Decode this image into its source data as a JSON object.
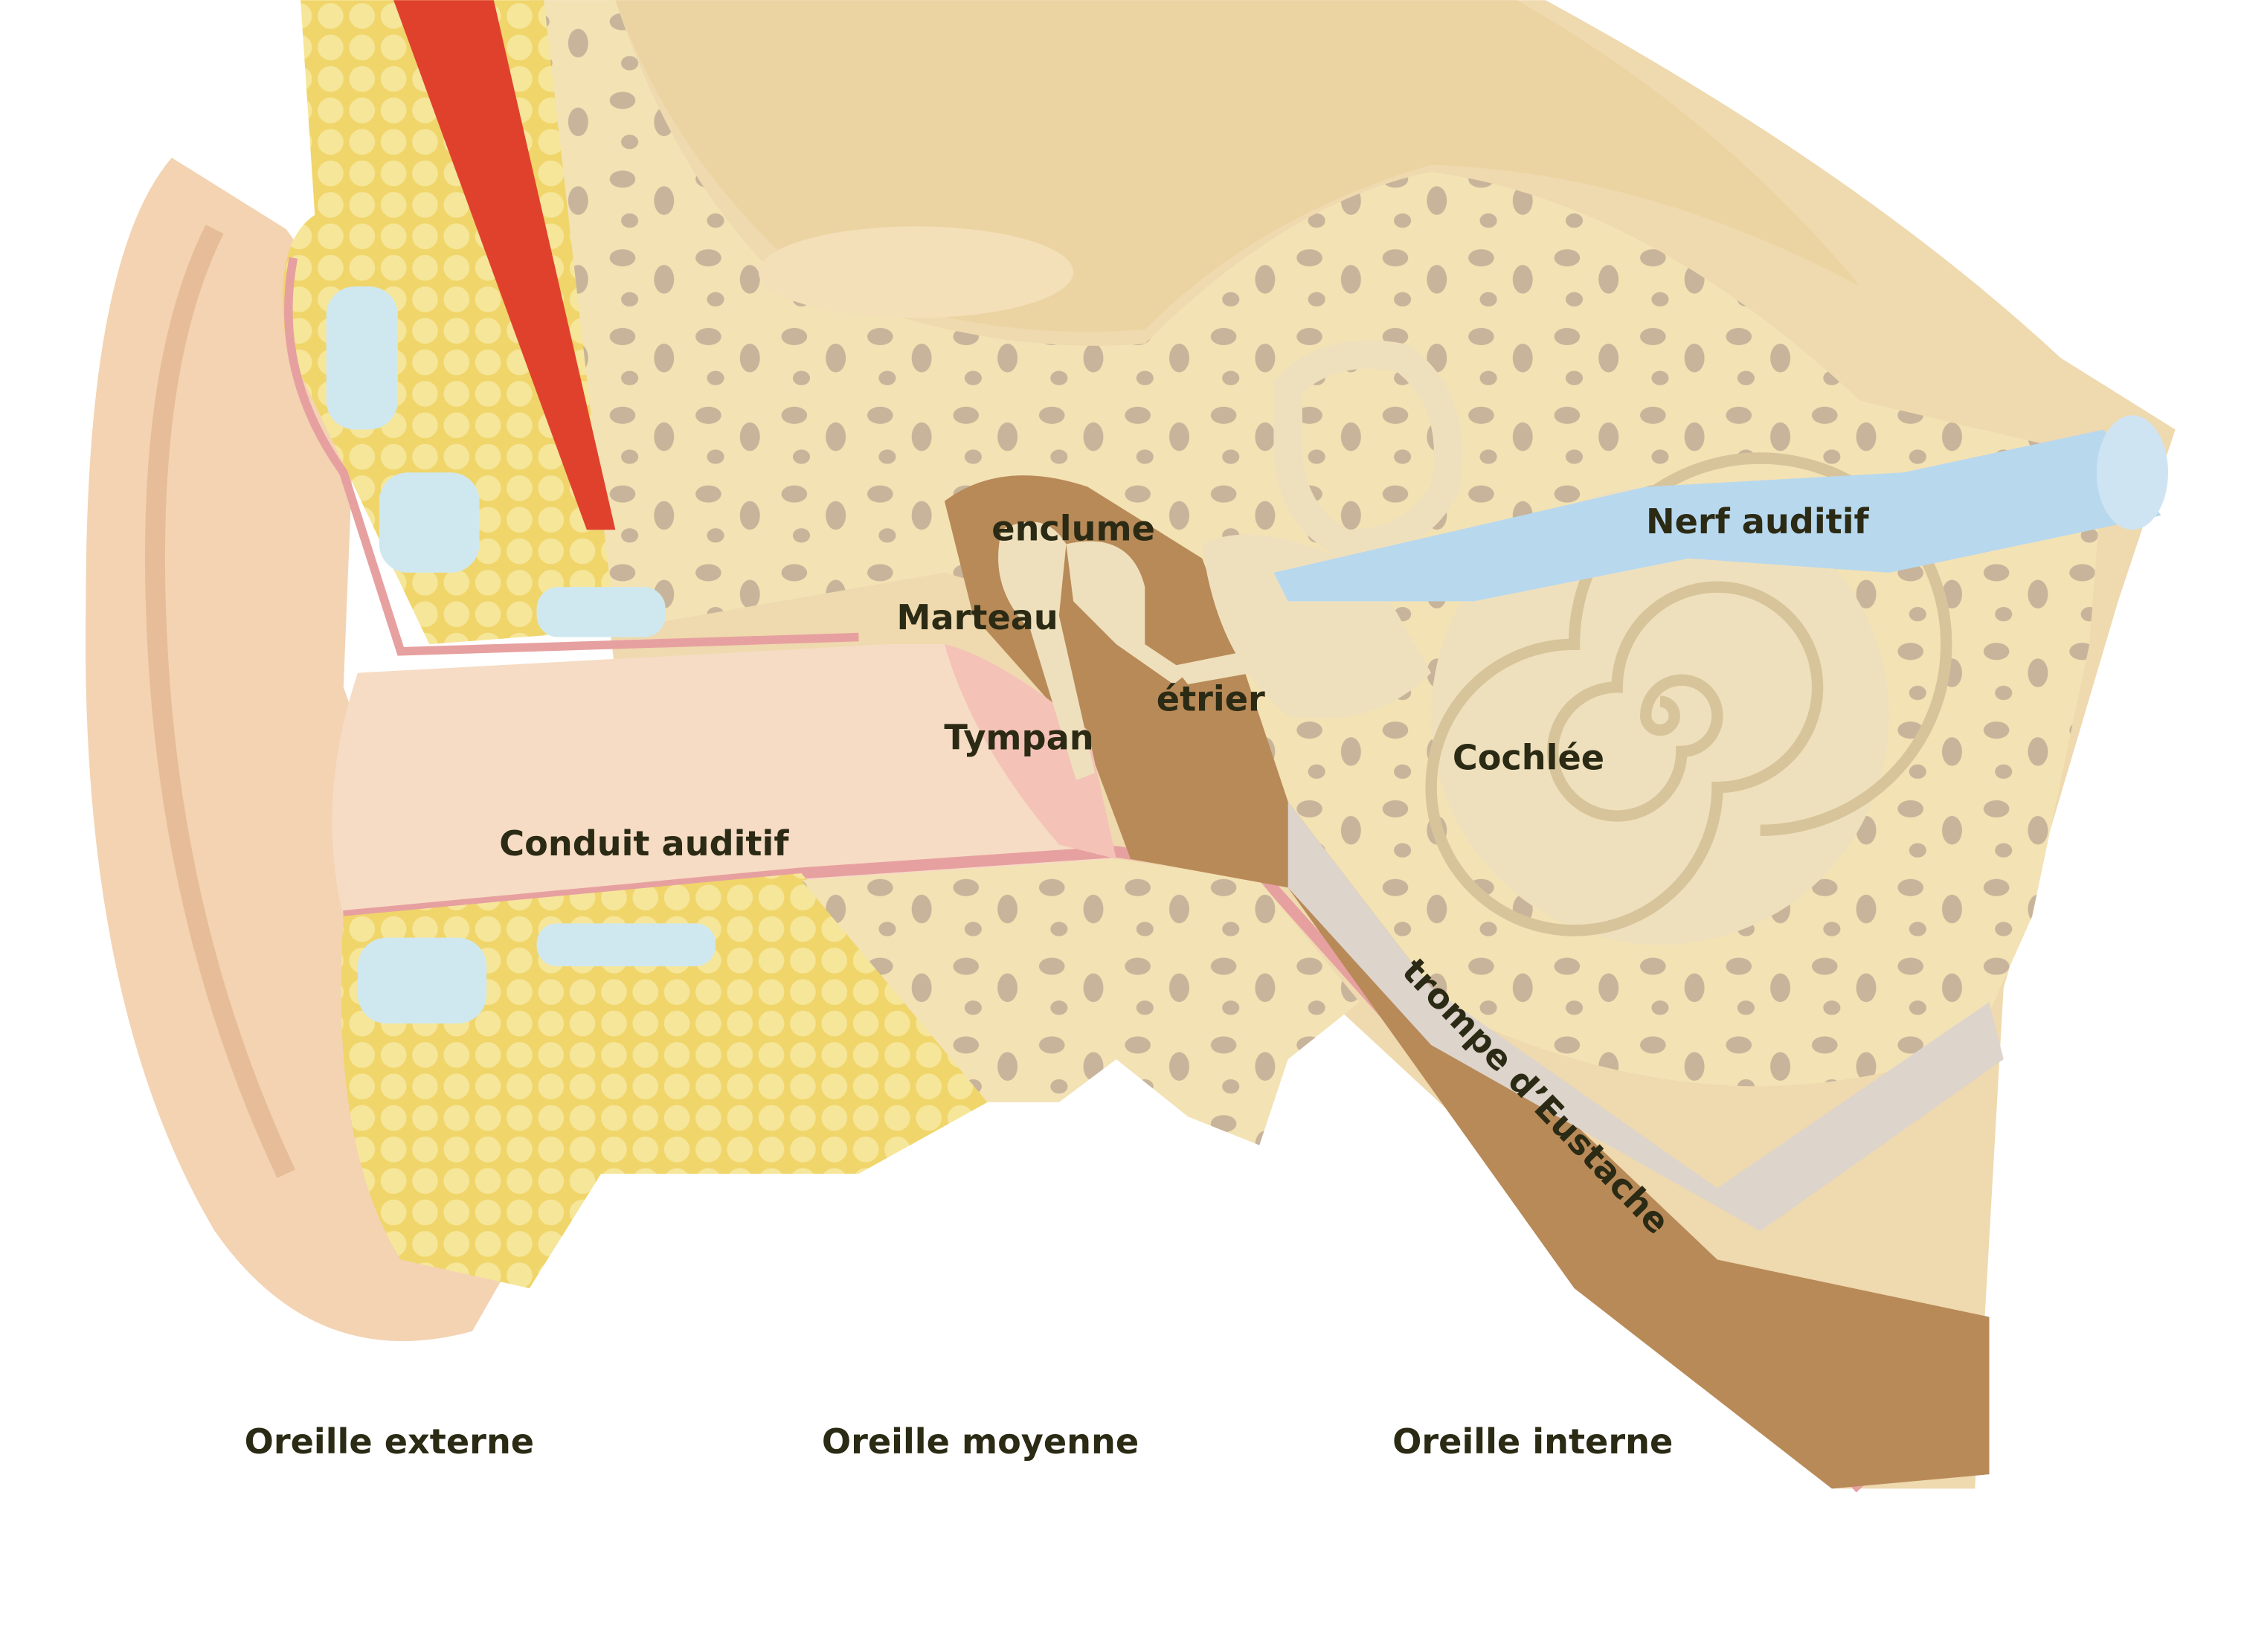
{
  "diagram": {
    "labels": {
      "enclume": "enclume",
      "marteau": "Marteau",
      "etrier": "étrier",
      "tympan": "Tympan",
      "nerf_auditif": "Nerf auditif",
      "cochlee": "Cochlée",
      "conduit_auditif": "Conduit auditif",
      "trompe_eustache": "trompe d’Eustache"
    },
    "sections": {
      "externe": "Oreille externe",
      "moyenne": "Oreille moyenne",
      "interne": "Oreille interne"
    }
  },
  "colors": {
    "bone": "#f3e2b4",
    "bone_holes": "#c7b49a",
    "skin": "#f3d3b2",
    "fat": "#f2dc7a",
    "cartilage": "#cfe8ef",
    "pink_lining": "#e7a0a0",
    "muscle": "#e0412d",
    "nerve": "#b8d8ee",
    "cavity": "#b88a58",
    "text": "#2b2a14"
  }
}
